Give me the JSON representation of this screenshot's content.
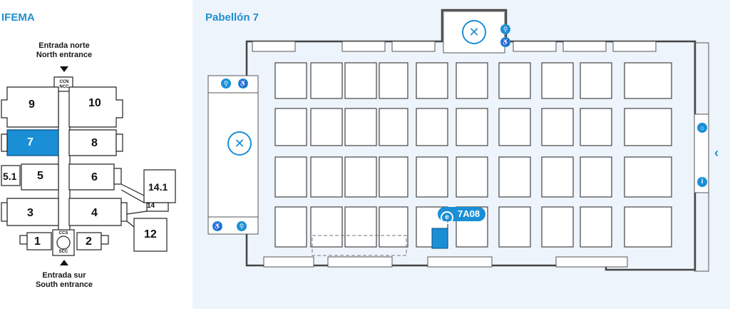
{
  "left": {
    "title": "IFEMA",
    "north_es": "Entrada norte",
    "north_en": "North entrance",
    "south_es": "Entrada sur",
    "south_en": "South entrance",
    "ccn": "CCN",
    "ncc": "NCC",
    "ccs": "CCS",
    "scc": "SCC",
    "halls": {
      "h9": "9",
      "h10": "10",
      "h7": "7",
      "h8": "8",
      "h51": "5.1",
      "h5": "5",
      "h6": "6",
      "h141": "14.1",
      "h14": "14",
      "h3": "3",
      "h4": "4",
      "h12": "12",
      "h1": "1",
      "h2": "2"
    },
    "highlight_color": "#1a8fd6"
  },
  "right": {
    "title": "Pabellón 7",
    "stand_label": "7A08",
    "accent": "#1a8fd6",
    "icons": [
      "restaurant-icon",
      "restroom-icon",
      "wheelchair-icon",
      "cloakroom-icon",
      "info-icon",
      "chevron-left-icon",
      "exhibitor-logo-icon"
    ]
  }
}
